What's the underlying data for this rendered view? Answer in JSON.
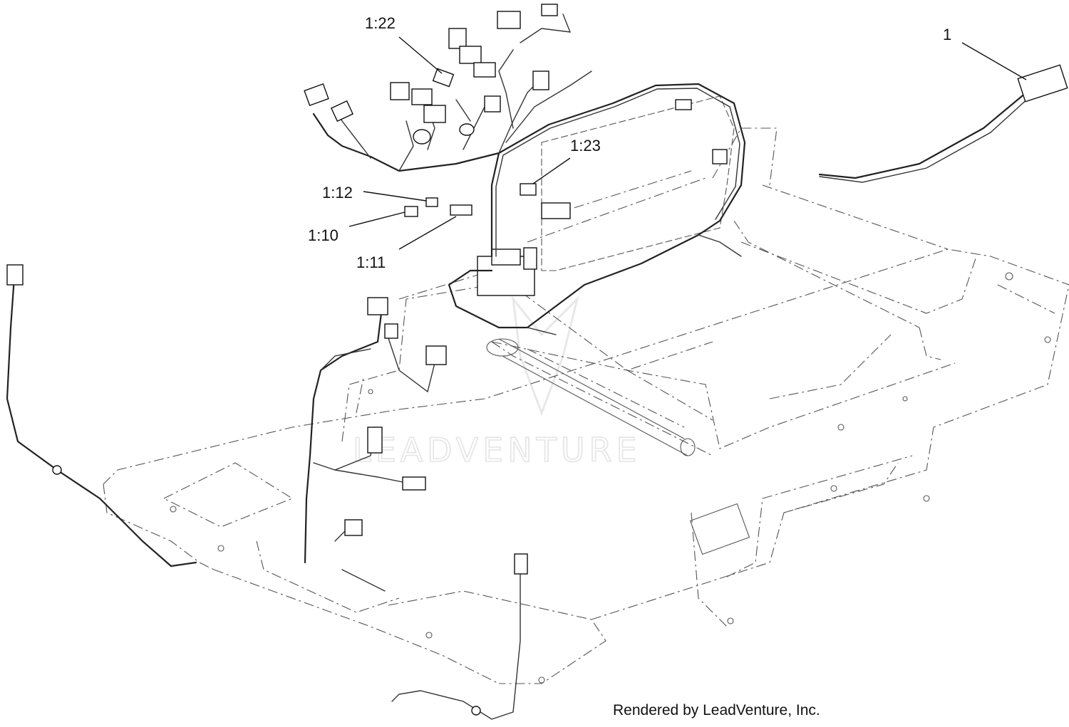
{
  "callouts": [
    {
      "id": "c-1",
      "label": "1"
    },
    {
      "id": "c-1-22",
      "label": "1:22"
    },
    {
      "id": "c-1-23",
      "label": "1:23"
    },
    {
      "id": "c-1-12",
      "label": "1:12"
    },
    {
      "id": "c-1-10",
      "label": "1:10"
    },
    {
      "id": "c-1-11",
      "label": "1:11"
    }
  ],
  "watermark": {
    "text": "LEADVENTURE"
  },
  "footer": {
    "text": "Rendered by LeadVenture, Inc."
  },
  "colors": {
    "line": "#222222",
    "frame": "#555555",
    "watermark": "#e4e4e4"
  }
}
